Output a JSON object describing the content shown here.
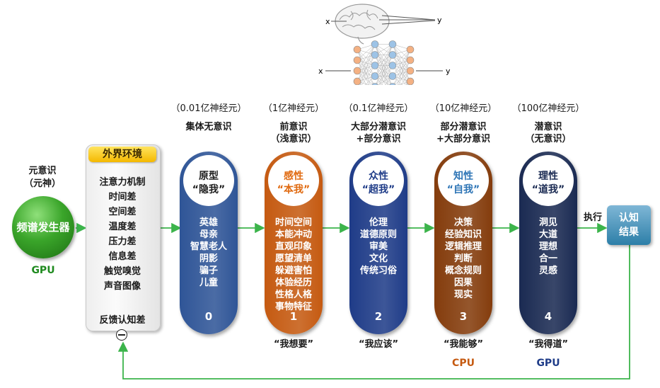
{
  "top_diagram": {
    "x_label_top": "x",
    "y_label_top": "y",
    "x_label_bottom": "x",
    "y_label_bottom": "y"
  },
  "generator": {
    "top_label_1": "元意识",
    "top_label_2": "（元神）",
    "name": "频谱发生器",
    "bottom_label": "GPU"
  },
  "environment": {
    "title": "外界环境",
    "items": [
      "注意力机制",
      "时间差",
      "空间差",
      "温度差",
      "压力差",
      "信息差",
      "触觉嗅觉",
      "声音图像"
    ],
    "feedback": "反馈认知差"
  },
  "columns": [
    {
      "neurons": "（0.01亿神经元）",
      "label_1": "集体无意识",
      "label_2": "",
      "title_1": "原型",
      "title_2": "“隐我”",
      "items": [
        "英雄",
        "母亲",
        "智慧老人",
        "阴影",
        "骗子",
        "儿童"
      ],
      "number": "0",
      "quote": "",
      "chip": "",
      "pill_color": "#2f5597",
      "title_color": "#1f1f1f"
    },
    {
      "neurons": "（1亿神经元）",
      "label_1": "前意识",
      "label_2": "（浅意识）",
      "title_1": "感性",
      "title_2": "“本我”",
      "items": [
        "时间空间",
        "本能冲动",
        "直观印象",
        "愿望清单",
        "躲避害怕",
        "体验经历",
        "性格人格",
        "事物特征"
      ],
      "number": "1",
      "quote": "“我想要”",
      "chip": "",
      "pill_color": "#c55a11",
      "title_color": "#e06a10"
    },
    {
      "neurons": "（0.1亿神经元）",
      "label_1": "大部分潜意识",
      "label_2": "+部分意识",
      "title_1": "众性",
      "title_2": "“超我”",
      "items": [
        "伦理",
        "道德原则",
        "审美",
        "文化",
        "传统习俗"
      ],
      "number": "2",
      "quote": "“我应该”",
      "chip": "",
      "pill_color": "#1f3c88",
      "title_color": "#1f3c88"
    },
    {
      "neurons": "（10亿神经元）",
      "label_1": "部分潜意识",
      "label_2": "+大部分意识",
      "title_1": "知性",
      "title_2": "“自我”",
      "items": [
        "决策",
        "经验知识",
        "逻辑推理",
        "判断",
        "概念规则",
        "因果",
        "现实"
      ],
      "number": "3",
      "quote": "“我能够”",
      "chip": "CPU",
      "pill_color": "#843c0c",
      "title_color": "#2e75b6"
    },
    {
      "neurons": "（100亿神经元）",
      "label_1": "潜意识",
      "label_2": "（无意识）",
      "title_1": "理性",
      "title_2": "“道我”",
      "items": [
        "洞见",
        "大道",
        "理想",
        "合一",
        "灵感"
      ],
      "number": "4",
      "quote": "“我得道”",
      "chip": "GPU",
      "pill_color": "#1a2a52",
      "title_color": "#1a2a52"
    }
  ],
  "execute_label": "执行",
  "result": {
    "line_1": "认知",
    "line_2": "结果"
  },
  "colors": {
    "arrow": "#3cb44b",
    "chip_cpu": "#c55a11",
    "chip_gpu": "#1f3c88",
    "generator_gpu": "#1e8a1e"
  }
}
